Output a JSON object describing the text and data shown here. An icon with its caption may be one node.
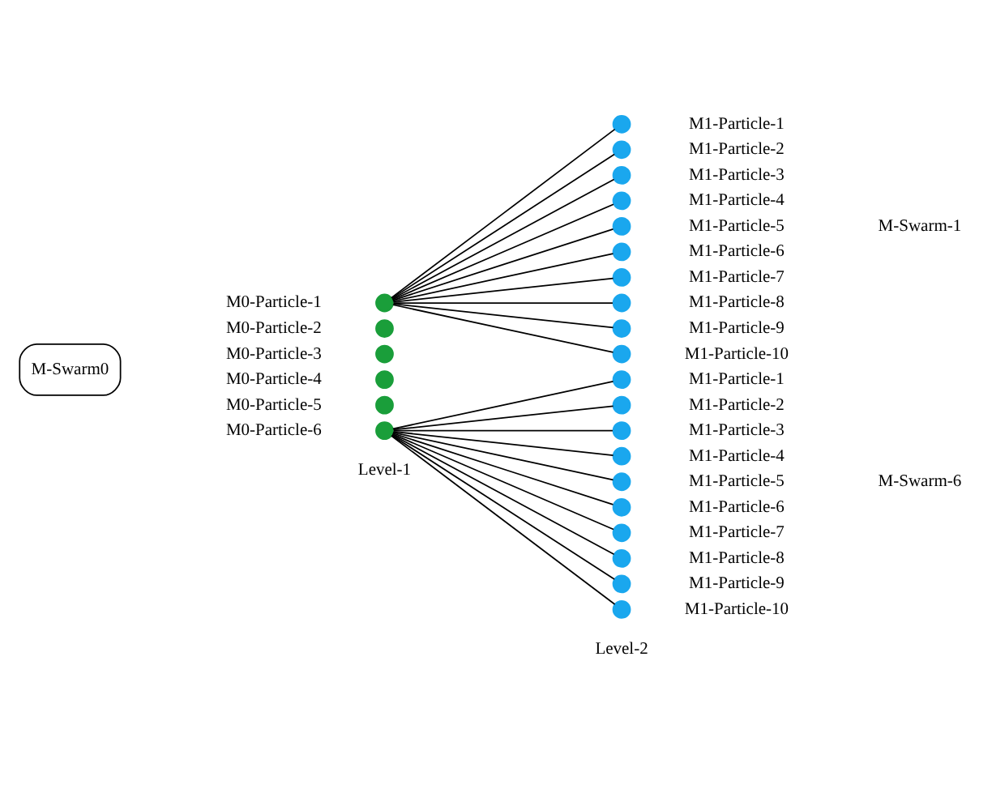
{
  "diagram": {
    "nodes": [
      {
        "text": [
          "M-Swarm0"
        ]
      },
      {
        "text": [],
        "shape": "circle",
        "beside": [
          "M0-Particle-1"
        ]
      },
      {
        "text": [],
        "shape": "circle",
        "beside": [
          "M0-Particle-2"
        ]
      },
      {
        "text": [],
        "shape": "circle",
        "beside": [
          "M0-Particle-3"
        ]
      },
      {
        "text": [],
        "shape": "circle",
        "beside": [
          "M0-Particle-4"
        ]
      },
      {
        "text": [],
        "shape": "circle",
        "beside": [
          "M0-Particle-5"
        ]
      },
      {
        "text": [],
        "shape": "circle",
        "beside": [
          "M0-Particle-6"
        ]
      },
      {
        "text": [],
        "shape": "circle",
        "beside": [
          "M1-Particle-1"
        ]
      },
      {
        "text": [],
        "shape": "circle",
        "beside": [
          "M1-Particle-2"
        ]
      },
      {
        "text": [],
        "shape": "circle",
        "beside": [
          "M1-Particle-3"
        ]
      },
      {
        "text": [],
        "shape": "circle",
        "beside": [
          "M1-Particle-4"
        ]
      },
      {
        "text": [],
        "shape": "circle",
        "beside": [
          "M1-Particle-5"
        ]
      },
      {
        "text": [],
        "shape": "circle",
        "beside": [
          "M1-Particle-6"
        ]
      },
      {
        "text": [],
        "shape": "circle",
        "beside": [
          "M1-Particle-7"
        ]
      },
      {
        "text": [],
        "shape": "circle",
        "beside": [
          "M1-Particle-8"
        ]
      },
      {
        "text": [],
        "shape": "circle",
        "beside": [
          "M1-Particle-9"
        ]
      },
      {
        "text": [],
        "shape": "circle",
        "beside": [
          "M1-Particle-10"
        ]
      },
      {
        "text": [],
        "shape": "circle",
        "beside": [
          "M1-Particle-1"
        ]
      },
      {
        "text": [],
        "shape": "circle",
        "beside": [
          "M1-Particle-2"
        ]
      },
      {
        "text": [],
        "shape": "circle",
        "beside": [
          "M1-Particle-3"
        ]
      },
      {
        "text": [],
        "shape": "circle",
        "beside": [
          "M1-Particle-4"
        ]
      },
      {
        "text": [],
        "shape": "circle",
        "beside": [
          "M1-Particle-5"
        ]
      },
      {
        "text": [],
        "shape": "circle",
        "beside": [
          "M1-Particle-6"
        ]
      },
      {
        "text": [],
        "shape": "circle",
        "beside": [
          "M1-Particle-7"
        ]
      },
      {
        "text": [],
        "shape": "circle",
        "beside": [
          "M1-Particle-8"
        ]
      },
      {
        "text": [],
        "shape": "circle",
        "beside": [
          "M1-Particle-9"
        ]
      },
      {
        "text": [],
        "shape": "circle",
        "beside": [
          "M1-Particle-10"
        ]
      }
    ],
    "edges": [
      {
        "from": 1,
        "to": 7,
        "arrow": "none"
      },
      {
        "from": 1,
        "to": 8,
        "arrow": "none"
      },
      {
        "from": 1,
        "to": 9,
        "arrow": "none"
      },
      {
        "from": 1,
        "to": 10,
        "arrow": "none"
      },
      {
        "from": 1,
        "to": 11,
        "arrow": "none"
      },
      {
        "from": 1,
        "to": 12,
        "arrow": "none"
      },
      {
        "from": 1,
        "to": 13,
        "arrow": "none"
      },
      {
        "from": 1,
        "to": 14,
        "arrow": "none"
      },
      {
        "from": 1,
        "to": 15,
        "arrow": "none"
      },
      {
        "from": 1,
        "to": 16,
        "arrow": "none"
      },
      {
        "from": 6,
        "to": 17,
        "arrow": "none"
      },
      {
        "from": 6,
        "to": 18,
        "arrow": "none"
      },
      {
        "from": 6,
        "to": 19,
        "arrow": "none"
      },
      {
        "from": 6,
        "to": 20,
        "arrow": "none"
      },
      {
        "from": 6,
        "to": 21,
        "arrow": "none"
      },
      {
        "from": 6,
        "to": 22,
        "arrow": "none"
      },
      {
        "from": 6,
        "to": 23,
        "arrow": "none"
      },
      {
        "from": 6,
        "to": 24,
        "arrow": "none"
      },
      {
        "from": 6,
        "to": 25,
        "arrow": "none"
      },
      {
        "from": 6,
        "to": 26,
        "arrow": "none"
      }
    ],
    "labels": [
      "M-Swarm-1",
      "M-Swarm-6",
      "Level-1",
      "Level-2"
    ]
  }
}
